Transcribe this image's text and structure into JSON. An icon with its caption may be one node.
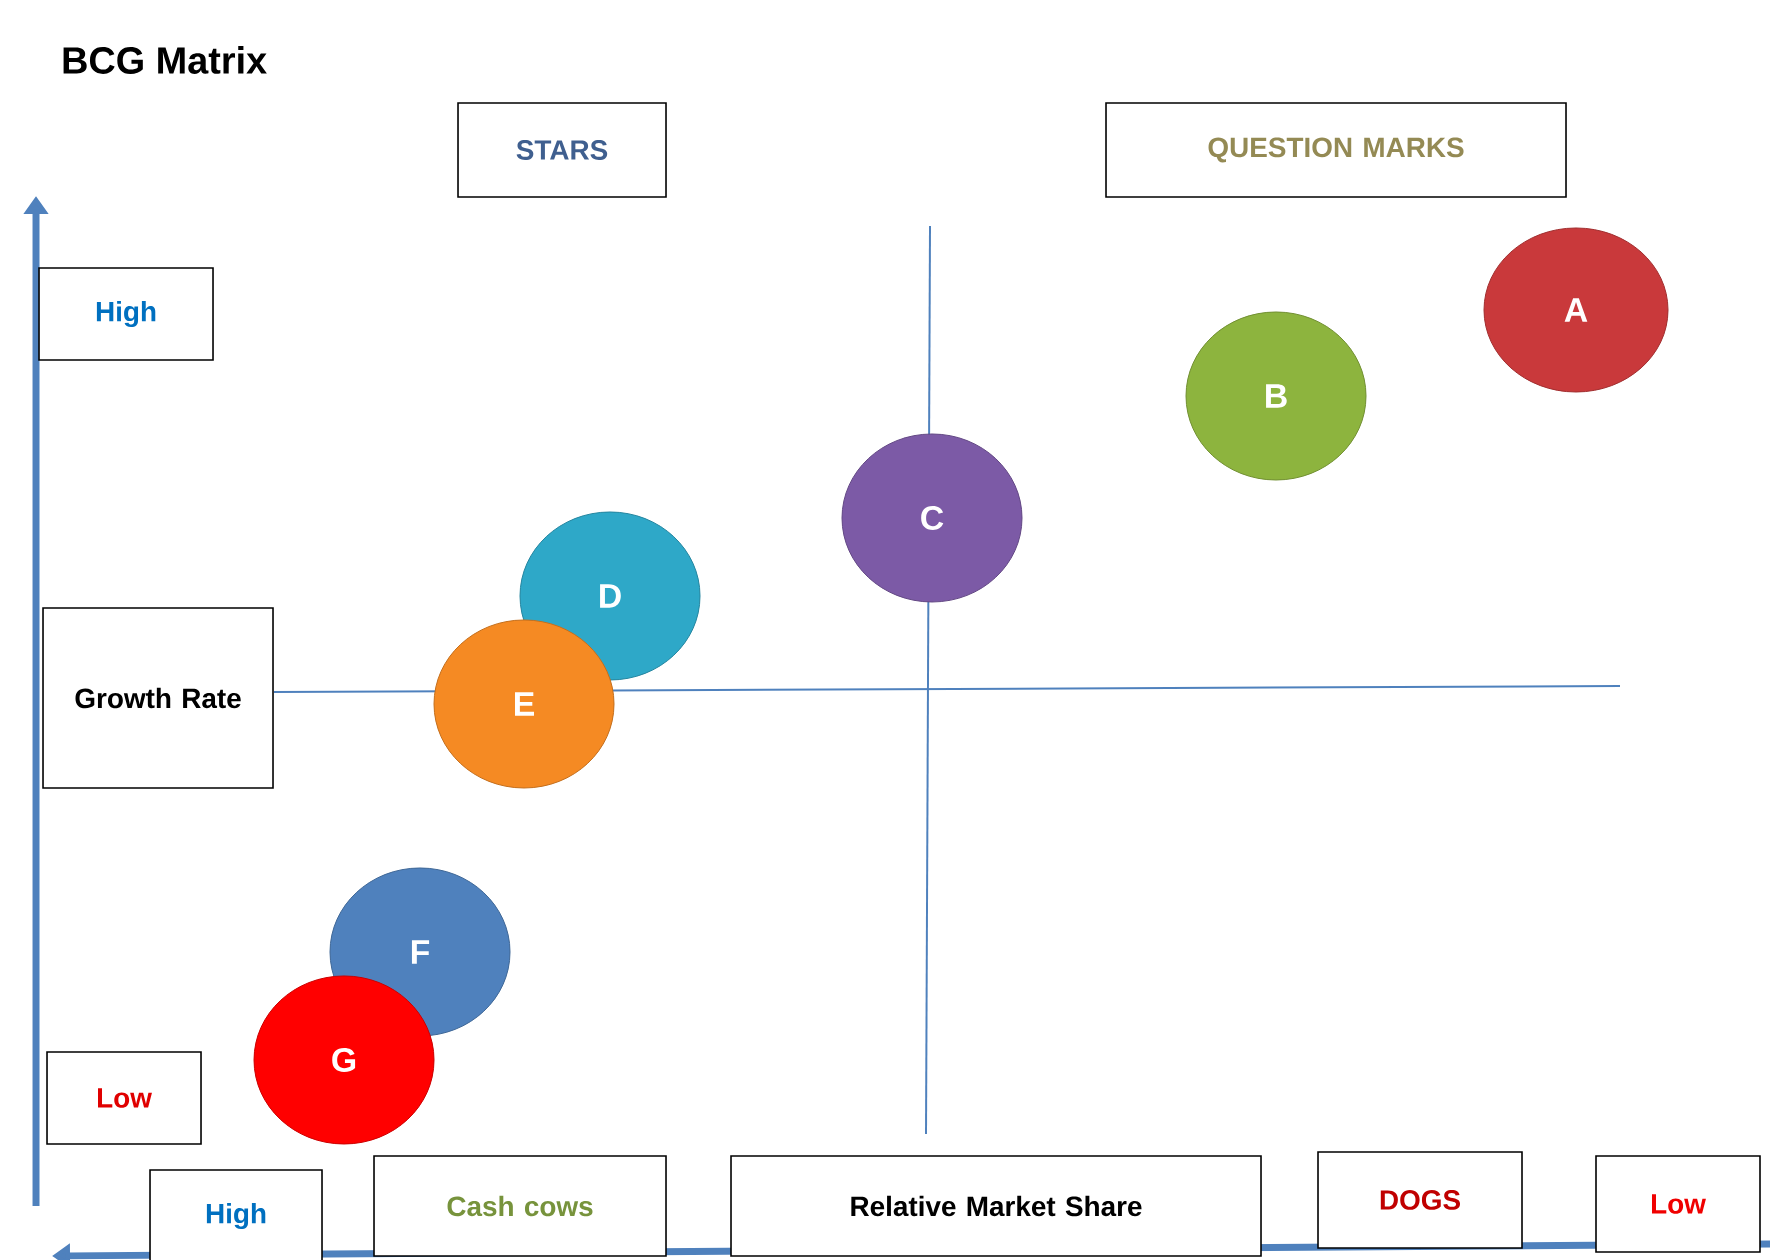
{
  "diagram": {
    "title": "BCG Matrix",
    "nodes": [
      {
        "text": [
          "STARS"
        ]
      },
      {
        "text": [
          "QUESTION MARKS"
        ]
      },
      {
        "text": [
          "High"
        ]
      },
      {
        "text": [
          "Growth Rate"
        ]
      },
      {
        "text": [
          "Low"
        ]
      },
      {
        "text": [
          "High"
        ]
      },
      {
        "text": [
          "Cash cows"
        ]
      },
      {
        "text": [
          "Relative Market Share"
        ]
      },
      {
        "text": [
          "DOGS"
        ]
      },
      {
        "text": [
          "Low"
        ]
      },
      {
        "text": [
          "A"
        ]
      },
      {
        "text": [
          "B"
        ]
      },
      {
        "text": [
          "C"
        ]
      },
      {
        "text": [
          "D"
        ]
      },
      {
        "text": [
          "E"
        ]
      },
      {
        "text": [
          "F"
        ]
      },
      {
        "text": [
          "G"
        ]
      }
    ]
  }
}
